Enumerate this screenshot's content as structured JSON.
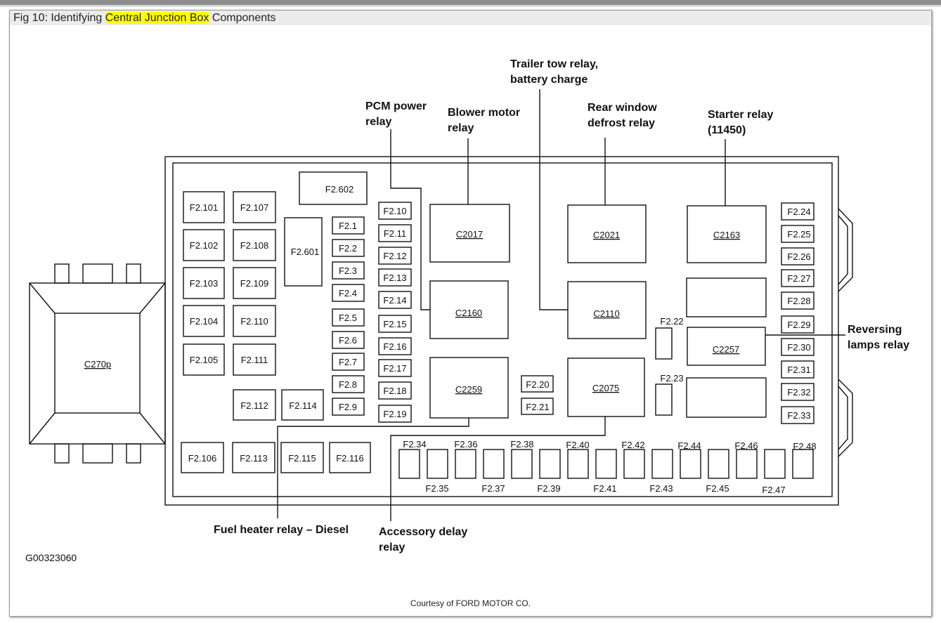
{
  "caption": {
    "prefix": "Fig 10: Identifying ",
    "highlight": "Central Junction Box",
    "suffix": " Components",
    "highlight_color": "#ffff00"
  },
  "credit": "Courtesy of FORD MOTOR CO.",
  "diagram_code": "G00323060",
  "callouts": {
    "pcm_1": "PCM power",
    "pcm_2": "relay",
    "blower_1": "Blower motor",
    "blower_2": "relay",
    "trailer_1": "Trailer tow relay,",
    "trailer_2": "battery charge",
    "rear_1": "Rear window",
    "rear_2": "defrost relay",
    "starter_1": "Starter relay",
    "starter_2": "(11450)",
    "reversing_1": "Reversing",
    "reversing_2": "lamps relay",
    "fuel": "Fuel heater relay – Diesel",
    "accessory_1": "Accessory delay",
    "accessory_2": "relay"
  },
  "connectors": {
    "c270p": "C270p",
    "c2017": "C2017",
    "c2160": "C2160",
    "c2259": "C2259",
    "c2021": "C2021",
    "c2110": "C2110",
    "c2075": "C2075",
    "c2163": "C2163",
    "c2257": "C2257"
  },
  "fuses": {
    "f2602": "F2.602",
    "f2601": "F2.601",
    "f2101": "F2.101",
    "f2102": "F2.102",
    "f2103": "F2.103",
    "f2104": "F2.104",
    "f2105": "F2.105",
    "f2106": "F2.106",
    "f2107": "F2.107",
    "f2108": "F2.108",
    "f2109": "F2.109",
    "f2110": "F2.110",
    "f2111": "F2.111",
    "f2112": "F2.112",
    "f2113": "F2.113",
    "f2114": "F2.114",
    "f2115": "F2.115",
    "f2116": "F2.116",
    "f21": "F2.1",
    "f22": "F2.2",
    "f23": "F2.3",
    "f24": "F2.4",
    "f25": "F2.5",
    "f26": "F2.6",
    "f27": "F2.7",
    "f28": "F2.8",
    "f29": "F2.9",
    "f210": "F2.10",
    "f211": "F2.11",
    "f212": "F2.12",
    "f213": "F2.13",
    "f214": "F2.14",
    "f215": "F2.15",
    "f216": "F2.16",
    "f217": "F2.17",
    "f218": "F2.18",
    "f219": "F2.19",
    "f220": "F2.20",
    "f221": "F2.21",
    "f222": "F2.22",
    "f223": "F2.23",
    "f224": "F2.24",
    "f225": "F2.25",
    "f226": "F2.26",
    "f227": "F2.27",
    "f228": "F2.28",
    "f229": "F2.29",
    "f230": "F2.30",
    "f231": "F2.31",
    "f232": "F2.32",
    "f233": "F2.33",
    "f234": "F2.34",
    "f235": "F2.35",
    "f236": "F2.36",
    "f237": "F2.37",
    "f238": "F2.38",
    "f239": "F2.39",
    "f240": "F2.40",
    "f241": "F2.41",
    "f242": "F2.42",
    "f243": "F2.43",
    "f244": "F2.44",
    "f245": "F2.45",
    "f246": "F2.46",
    "f247": "F2.47",
    "f248": "F2.48"
  }
}
